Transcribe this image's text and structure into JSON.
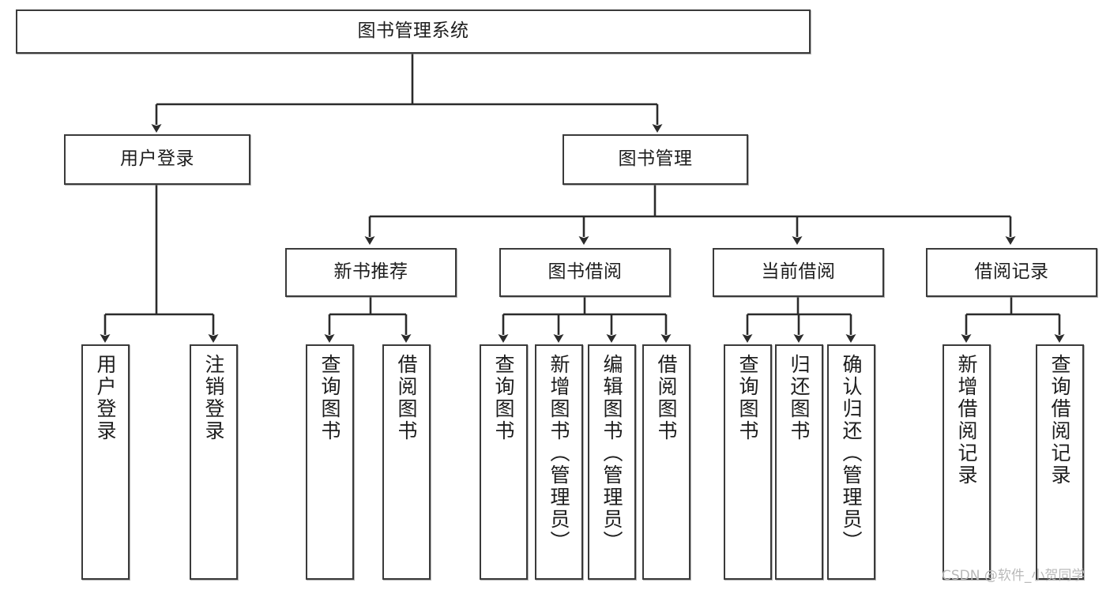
{
  "diagram": {
    "title": "图书管理系统",
    "type": "hierarchy-tree",
    "orientation": "top-down",
    "levels": 4,
    "colors": {
      "box_border": "#3a3a3a",
      "box_fill": "#ffffff",
      "connector": "#2b2b2b",
      "background": "#ffffff",
      "watermark": "#b9b9b9"
    }
  },
  "nodes": {
    "root": {
      "label": "图书管理系统"
    },
    "level2": [
      {
        "id": "user-login",
        "label": "用户登录"
      },
      {
        "id": "book-management",
        "label": "图书管理"
      }
    ],
    "level3": [
      {
        "id": "new-book-recommend",
        "label": "新书推荐"
      },
      {
        "id": "book-borrow",
        "label": "图书借阅"
      },
      {
        "id": "current-borrow",
        "label": "当前借阅"
      },
      {
        "id": "borrow-record",
        "label": "借阅记录"
      }
    ],
    "leaves": {
      "user_login": [
        {
          "id": "leaf-user-login",
          "label": "用户登录"
        },
        {
          "id": "leaf-logout-login",
          "label": "注销登录"
        }
      ],
      "new_book_recommend": [
        {
          "id": "leaf-query-book-1",
          "label": "查询图书"
        },
        {
          "id": "leaf-borrow-book-1",
          "label": "借阅图书"
        }
      ],
      "book_borrow": [
        {
          "id": "leaf-query-book-2",
          "label": "查询图书"
        },
        {
          "id": "leaf-add-book",
          "label": "新增图书（管理员）"
        },
        {
          "id": "leaf-edit-book",
          "label": "编辑图书（管理员）"
        },
        {
          "id": "leaf-borrow-book-2",
          "label": "借阅图书"
        }
      ],
      "current_borrow": [
        {
          "id": "leaf-query-book-3",
          "label": "查询图书"
        },
        {
          "id": "leaf-return-book",
          "label": "归还图书"
        },
        {
          "id": "leaf-confirm-return",
          "label": "确认归还（管理员）"
        }
      ],
      "borrow_record": [
        {
          "id": "leaf-add-record",
          "label": "新增借阅记录"
        },
        {
          "id": "leaf-query-record",
          "label": "查询借阅记录"
        }
      ]
    }
  },
  "watermark": {
    "text": "CSDN @软件_小贺同学"
  }
}
